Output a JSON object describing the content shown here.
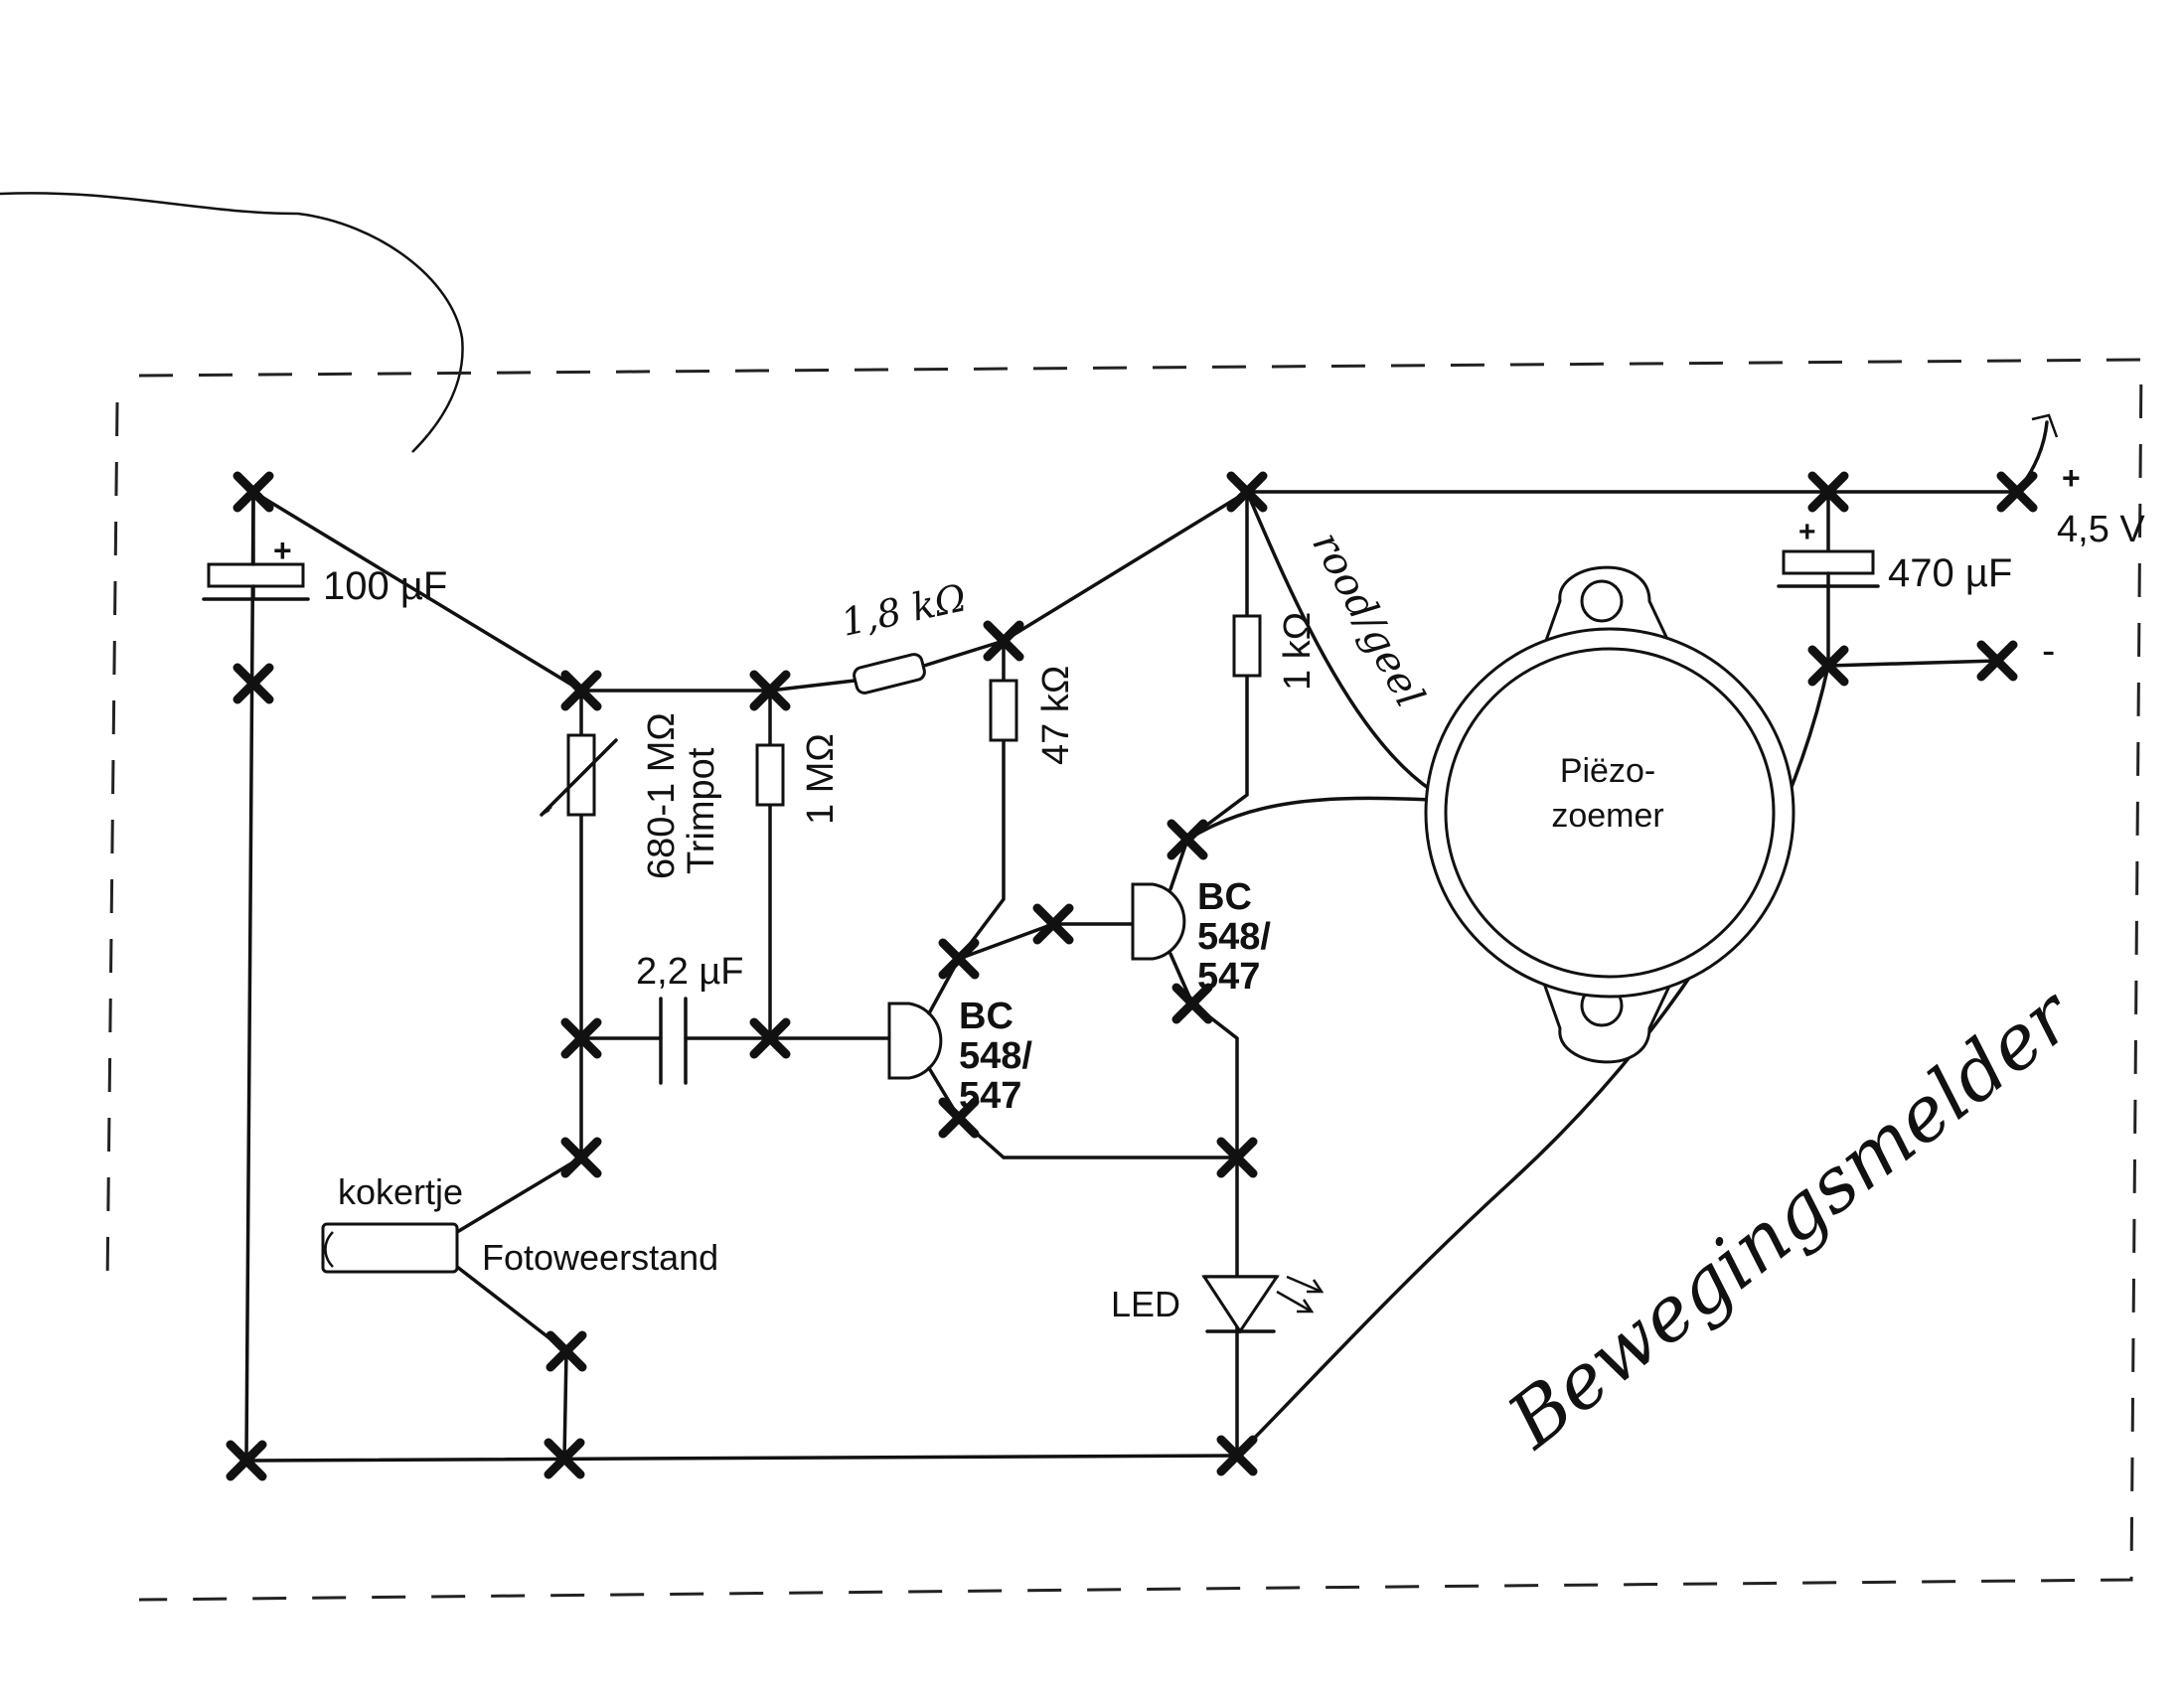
{
  "labels": {
    "c_100": "100 µF",
    "plus_100": "+",
    "trimpot_value": "680-1 MΩ",
    "trimpot_name": "Trimpot",
    "r_1m": "1 MΩ",
    "r_1k8": "1,8 kΩ",
    "r_47k": "47 kΩ",
    "r_1k": "1 kΩ",
    "c_2u2": "2,2 µF",
    "t1": [
      "BC",
      "548/",
      "547"
    ],
    "t2": [
      "BC",
      "548/",
      "547"
    ],
    "piezo": [
      "Piëzo-",
      "zoemer"
    ],
    "c_470": "470 µF",
    "plus_470": "+",
    "supply_plus": "+",
    "supply_v": "4,5 V",
    "supply_minus": "-",
    "kokertje": "kokertje",
    "ldr": "Fotoweerstand",
    "led": "LED",
    "wire_note": "rood/geel",
    "title": "Bewegingsmelder"
  },
  "colors": {
    "ink": "#111111",
    "paper": "#ffffff"
  }
}
